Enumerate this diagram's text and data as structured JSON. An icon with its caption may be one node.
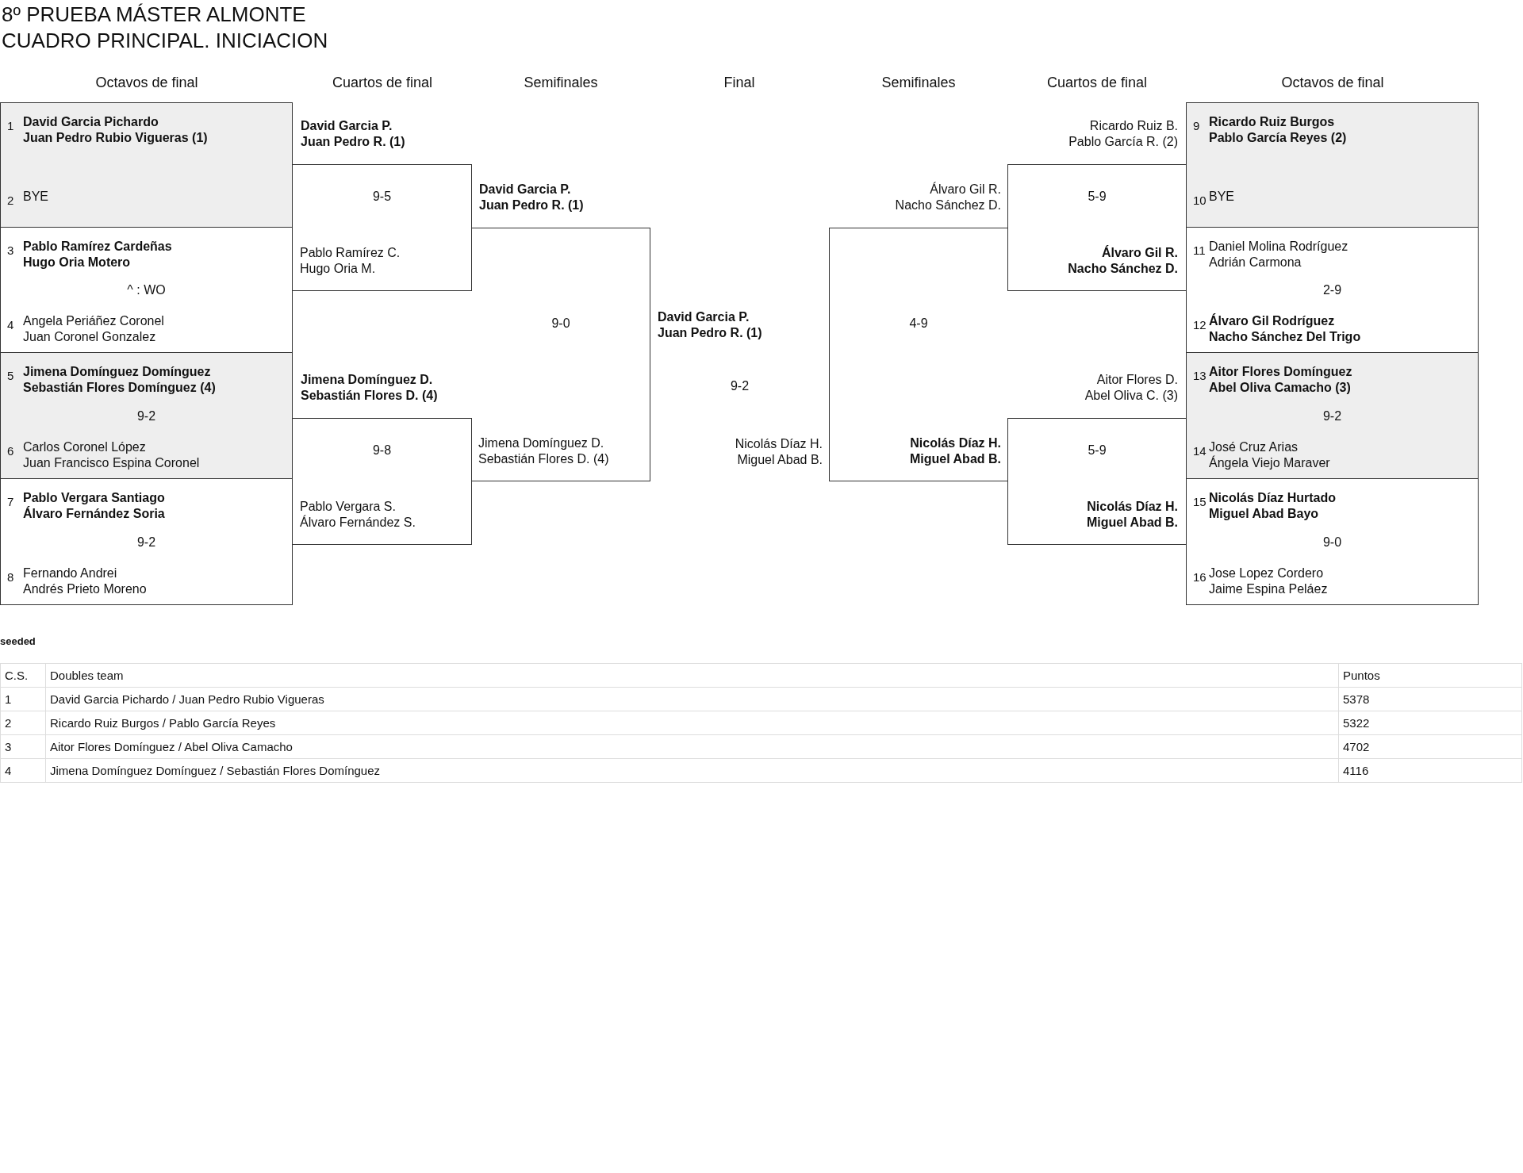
{
  "diagram": {
    "title": "8º PRUEBA MÁSTER ALMONTE CUADRO PRINCIPAL. INICIACION",
    "nodes": [
      {
        "text": [],
        "shape": "box"
      },
      {
        "text": [
          "David Garcia Pichardo",
          "Juan Pedro Rubio Vigueras (1)"
        ],
        "beside": [
          "1"
        ],
        "in": 0
      },
      {
        "text": [
          "BYE"
        ],
        "beside": [
          "2"
        ],
        "in": 0
      },
      {
        "text": [
          "^ : WO"
        ]
      },
      {
        "text": [
          "Pablo Ramírez Cardeñas",
          "Hugo Oria Motero"
        ],
        "beside": [
          "3"
        ],
        "in": 3
      },
      {
        "text": [
          "Angela Periáñez Coronel",
          "Juan Coronel Gonzalez"
        ],
        "beside": [
          "4"
        ],
        "in": 3
      },
      {
        "text": [
          "9-2"
        ]
      },
      {
        "text": [
          "Jimena Domínguez Domínguez",
          "Sebastián Flores Domínguez (4)"
        ],
        "beside": [
          "5"
        ],
        "in": 6
      },
      {
        "text": [
          "Carlos Coronel López",
          "Juan Francisco Espina Coronel"
        ],
        "beside": [
          "6"
        ],
        "in": 6
      },
      {
        "text": [
          "9-2"
        ]
      },
      {
        "text": [
          "Pablo Vergara Santiago",
          "Álvaro Fernández Soria"
        ],
        "beside": [
          "7"
        ],
        "in": 9
      },
      {
        "text": [
          "Fernando Andrei",
          "Andrés Prieto Moreno"
        ],
        "beside": [
          "8"
        ],
        "in": 9
      },
      {
        "text": [
          "9-5"
        ]
      },
      {
        "text": [
          "David Garcia P.",
          "Juan Pedro R. (1)"
        ]
      },
      {
        "text": [
          "Pablo Ramírez C.",
          "Hugo Oria M."
        ],
        "in": 12
      },
      {
        "text": [
          "9-8"
        ]
      },
      {
        "text": [
          "Jimena Domínguez D.",
          "Sebastián Flores D. (4)"
        ]
      },
      {
        "text": [
          "Pablo Vergara S.",
          "Álvaro Fernández S."
        ],
        "in": 15
      },
      {
        "text": [
          "9-0"
        ]
      },
      {
        "text": [
          "David Garcia P.",
          "Juan Pedro R. (1)"
        ]
      },
      {
        "text": [
          "Jimena Domínguez D.",
          "Sebastián Flores D. (4)"
        ],
        "in": 18
      },
      {
        "text": [
          "9-2"
        ]
      },
      {
        "text": [
          "David Garcia P.",
          "Juan Pedro R. (1)"
        ]
      },
      {
        "text": [
          "Nicolás Díaz H.",
          "Miguel Abad B."
        ]
      },
      {
        "text": [
          "4-9"
        ]
      },
      {
        "text": [
          "Álvaro Gil R.",
          "Nacho Sánchez D."
        ]
      },
      {
        "text": [
          "Nicolás Díaz H.",
          "Miguel Abad B."
        ],
        "in": 24
      },
      {
        "text": [
          "5-9"
        ]
      },
      {
        "text": [
          "Ricardo Ruiz B.",
          "Pablo García R. (2)"
        ]
      },
      {
        "text": [
          "Álvaro Gil R.",
          "Nacho Sánchez D."
        ],
        "in": 27
      },
      {
        "text": [
          "5-9"
        ]
      },
      {
        "text": [
          "Aitor Flores D.",
          "Abel Oliva C. (3)"
        ]
      },
      {
        "text": [
          "Nicolás Díaz H.",
          "Miguel Abad B."
        ],
        "in": 30
      },
      {
        "text": [],
        "shape": "box"
      },
      {
        "text": [
          "Ricardo Ruiz Burgos",
          "Pablo García Reyes (2)"
        ],
        "beside": [
          "9"
        ],
        "in": 33
      },
      {
        "text": [
          "BYE"
        ],
        "beside": [
          "10"
        ],
        "in": 33
      },
      {
        "text": [
          "2-9"
        ]
      },
      {
        "text": [
          "Daniel Molina Rodríguez",
          "Adrián Carmona"
        ],
        "beside": [
          "11"
        ],
        "in": 36
      },
      {
        "text": [
          "Álvaro Gil Rodríguez",
          "Nacho Sánchez Del Trigo"
        ],
        "beside": [
          "12"
        ],
        "in": 36
      },
      {
        "text": [
          "9-2"
        ]
      },
      {
        "text": [
          "Aitor Flores Domínguez",
          "Abel Oliva Camacho (3)"
        ],
        "beside": [
          "13"
        ],
        "in": 39
      },
      {
        "text": [
          "José Cruz Arias",
          "Ángela Viejo Maraver"
        ],
        "beside": [
          "14"
        ],
        "in": 39
      },
      {
        "text": [
          "9-0"
        ]
      },
      {
        "text": [
          "Nicolás Díaz Hurtado",
          "Miguel Abad Bayo"
        ],
        "beside": [
          "15"
        ],
        "in": 42
      },
      {
        "text": [
          "Jose Lopez Cordero",
          "Jaime Espina Peláez"
        ],
        "beside": [
          "16"
        ],
        "in": 42
      }
    ],
    "labels": [
      "Octavos de final",
      "Cuartos de final",
      "Semifinales",
      "Final",
      "Semifinales",
      "Cuartos de final",
      "Octavos de final",
      "seeded",
      "C.S.",
      "Doubles team",
      "Puntos",
      "1",
      "David Garcia Pichardo / Juan Pedro Rubio Vigueras",
      "5378",
      "2",
      "Ricardo Ruiz Burgos / Pablo García Reyes",
      "5322",
      "3",
      "Aitor Flores Domínguez / Abel Oliva Camacho",
      "4702",
      "4",
      "Jimena Domínguez Domínguez / Sebastián Flores Domínguez",
      "4116"
    ]
  }
}
